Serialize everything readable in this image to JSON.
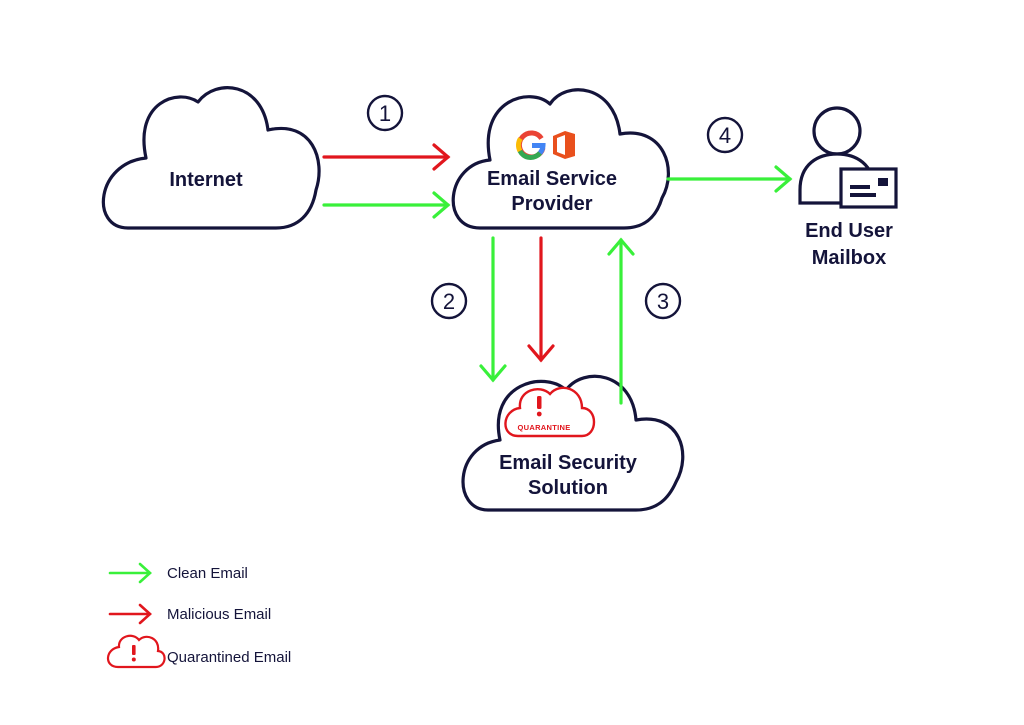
{
  "colors": {
    "clean": "#39f03a",
    "malicious": "#e1161d",
    "outline": "#14143a",
    "quarantine": "#e1161d"
  },
  "nodes": {
    "internet": {
      "label": "Internet"
    },
    "provider": {
      "label_line1": "Email Service",
      "label_line2": "Provider",
      "icons": [
        "google-g-icon",
        "office-icon"
      ]
    },
    "security": {
      "label_line1": "Email Security",
      "label_line2": "Solution",
      "badge_text": "QUARANTINE"
    },
    "mailbox": {
      "label_line1": "End User",
      "label_line2": "Mailbox"
    }
  },
  "steps": [
    "1",
    "2",
    "3",
    "4"
  ],
  "legend": [
    {
      "kind": "clean",
      "label": "Clean Email"
    },
    {
      "kind": "malicious",
      "label": "Malicious Email"
    },
    {
      "kind": "quarantine",
      "label": "Quarantined Email"
    }
  ]
}
